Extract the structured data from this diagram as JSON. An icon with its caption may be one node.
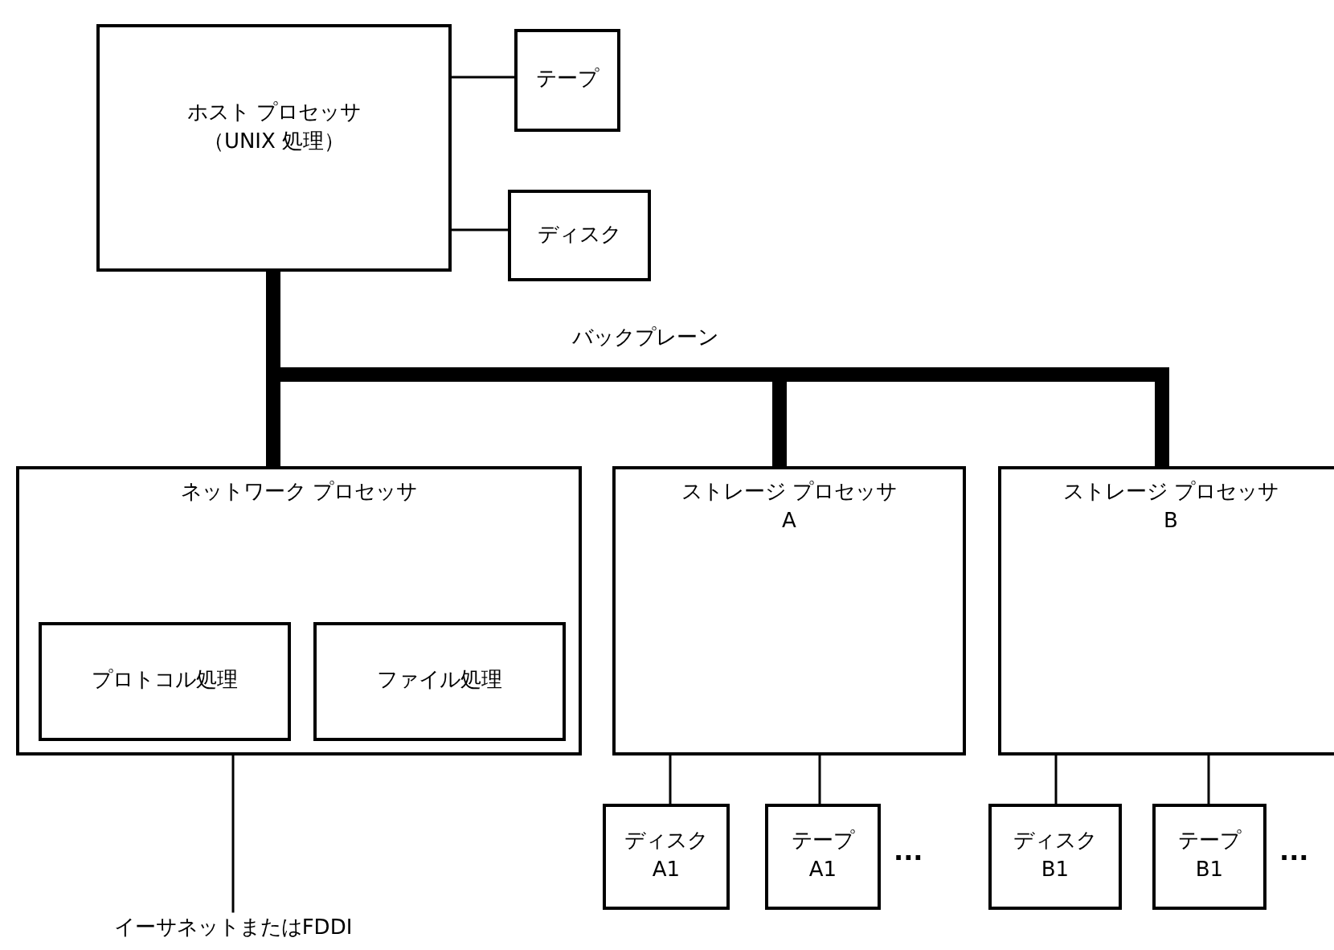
{
  "diagram": {
    "nodes": [
      {
        "text": [
          "ホスト プロセッサ",
          "（UNIX 処理）"
        ]
      },
      {
        "text": [
          "テープ"
        ]
      },
      {
        "text": [
          "ディスク"
        ]
      },
      {
        "text": [
          "ネットワーク プロセッサ"
        ]
      },
      {
        "text": [
          "プロトコル処理"
        ],
        "in": 3
      },
      {
        "text": [
          "ファイル処理"
        ],
        "in": 3
      },
      {
        "text": [
          "ストレージ プロセッサ",
          "A"
        ]
      },
      {
        "text": [
          "ストレージ プロセッサ",
          "B"
        ]
      },
      {
        "text": [
          "ディスク A1"
        ]
      },
      {
        "text": [
          "テープ A1"
        ],
        "beside": [
          "..."
        ]
      },
      {
        "text": [
          "ディスク B1"
        ]
      },
      {
        "text": [
          "テープ B1"
        ],
        "beside": [
          "..."
        ]
      },
      {
        "text": [
          "イーサネットまたはFDDI"
        ]
      }
    ],
    "edges": [
      {
        "from": 0,
        "to": 1,
        "arrow": "none"
      },
      {
        "from": 0,
        "to": 2,
        "arrow": "none"
      },
      {
        "from": 0,
        "to": 3,
        "arrow": "none",
        "style": "thick"
      },
      {
        "from": 0,
        "to": 6,
        "arrow": "none",
        "style": "thick"
      },
      {
        "from": 0,
        "to": 7,
        "arrow": "none",
        "style": "thick"
      },
      {
        "from": 3,
        "to": 12,
        "arrow": "none"
      },
      {
        "from": 6,
        "to": 8,
        "arrow": "none"
      },
      {
        "from": 6,
        "to": 9,
        "arrow": "none"
      },
      {
        "from": 7,
        "to": 10,
        "arrow": "none"
      },
      {
        "from": 7,
        "to": 11,
        "arrow": "none"
      }
    ],
    "labels": [
      "バックプレーン"
    ]
  }
}
